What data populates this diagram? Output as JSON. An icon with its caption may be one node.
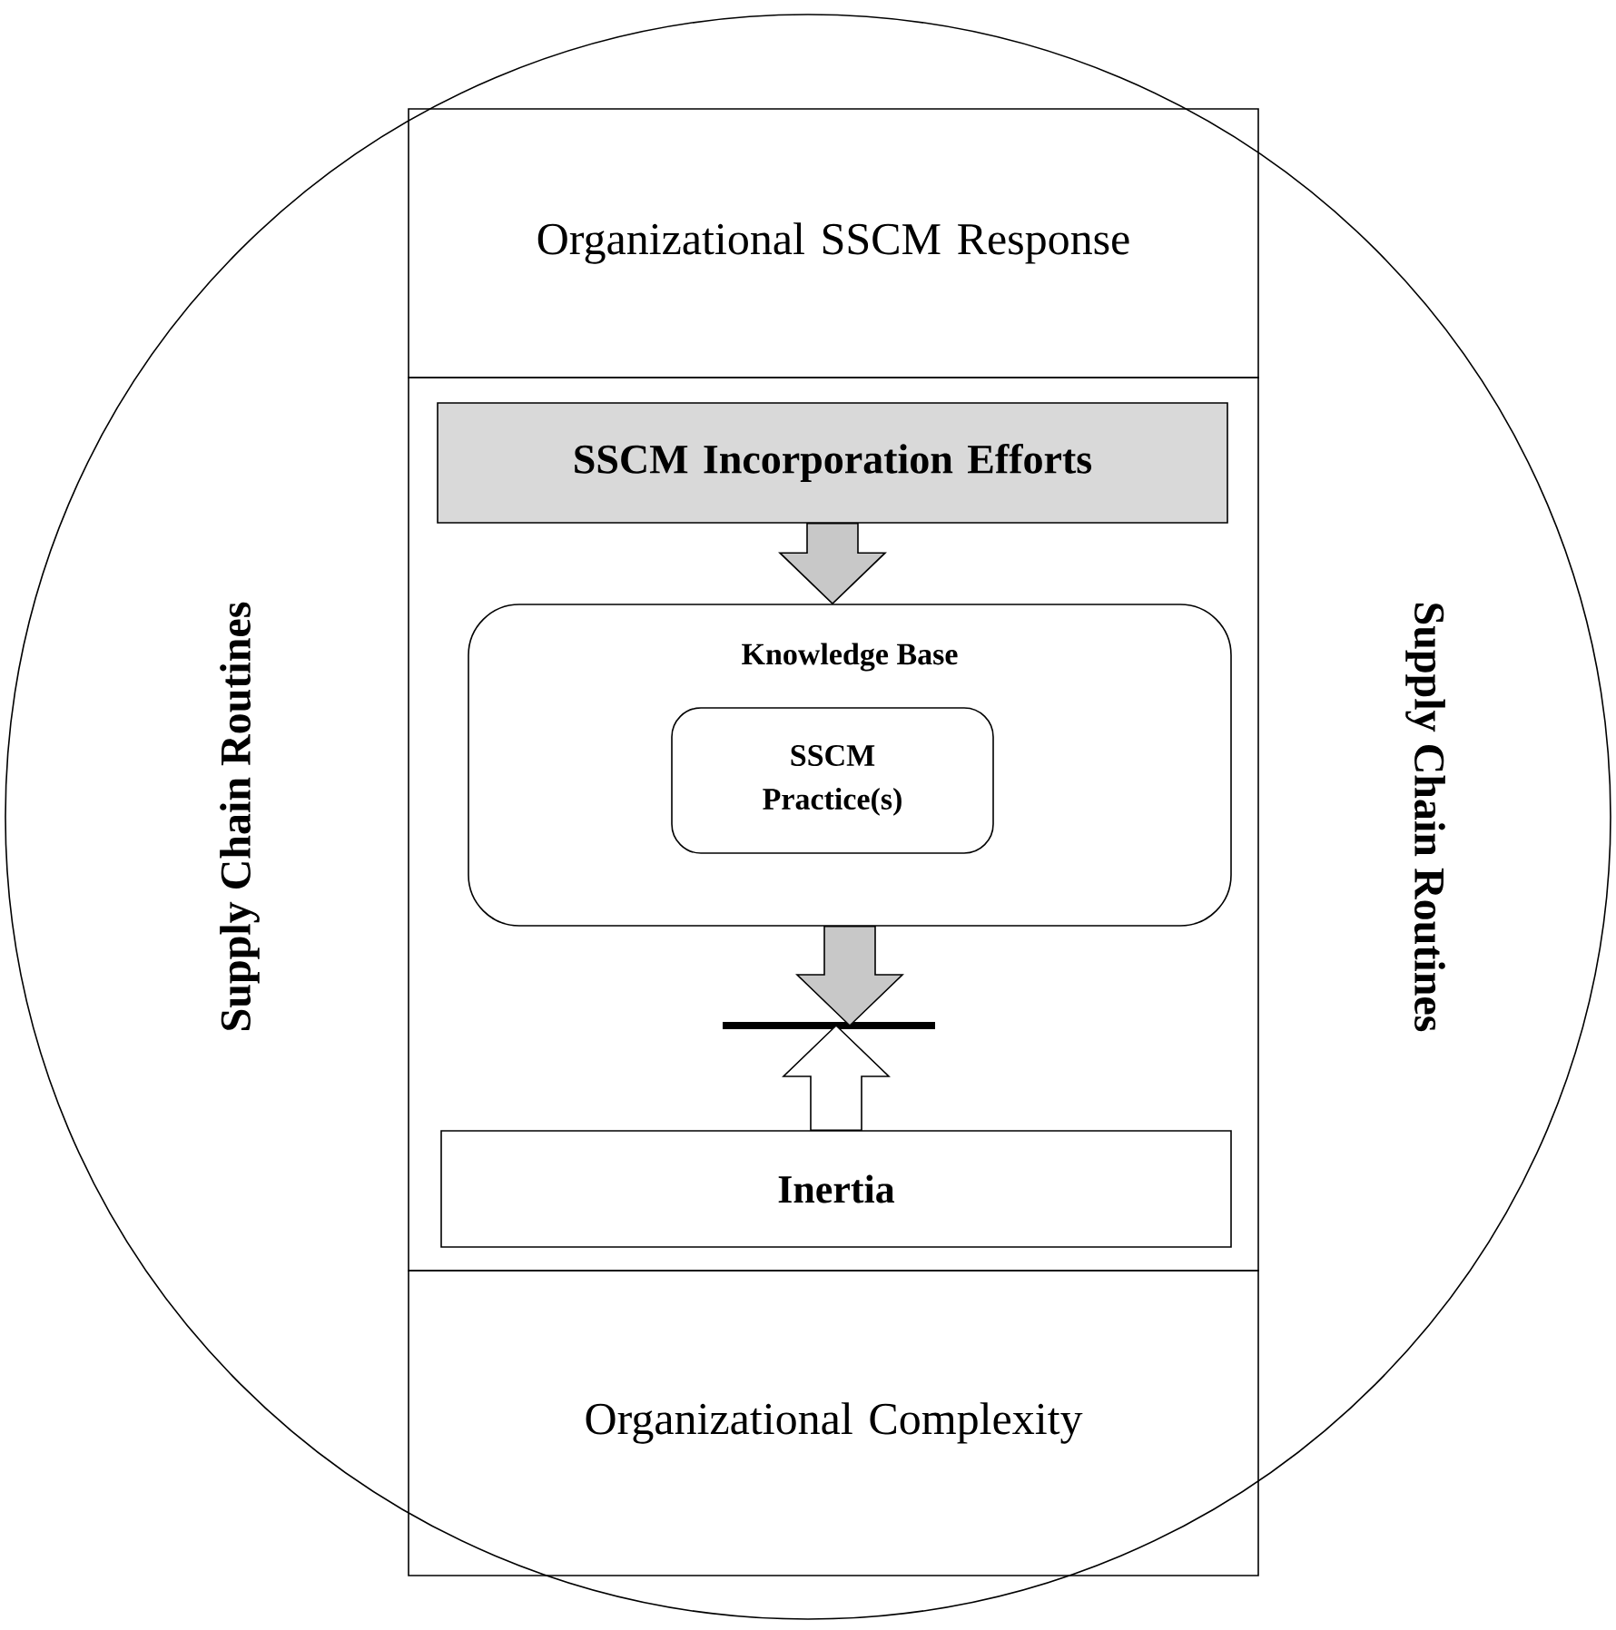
{
  "diagram": {
    "nodes": [
      {
        "text": [
          "Supply Chain Routines",
          "Supply Chain Routines"
        ]
      },
      {
        "text": [
          "Organizational SSCM Response"
        ],
        "in": 0
      },
      {
        "text": [],
        "shape": "box",
        "in": 0
      },
      {
        "text": [
          "SSCM Incorporation Efforts"
        ],
        "in": 2
      },
      {
        "text": [
          "Knowledge Base"
        ],
        "in": 2
      },
      {
        "text": [
          "SSCM Practice(s)"
        ],
        "in": 4
      },
      {
        "text": [],
        "shape": "bar",
        "in": 2
      },
      {
        "text": [
          "Inertia"
        ],
        "in": 2
      },
      {
        "text": [
          "Organizational Complexity"
        ],
        "in": 0
      }
    ],
    "edges": [
      {
        "from": 3,
        "to": 4,
        "arrow": "to",
        "color": "#c8c8c8"
      },
      {
        "from": 4,
        "to": 6,
        "arrow": "to",
        "color": "#c8c8c8"
      },
      {
        "from": 7,
        "to": 6,
        "arrow": "to",
        "color": "#ffffff"
      }
    ]
  }
}
